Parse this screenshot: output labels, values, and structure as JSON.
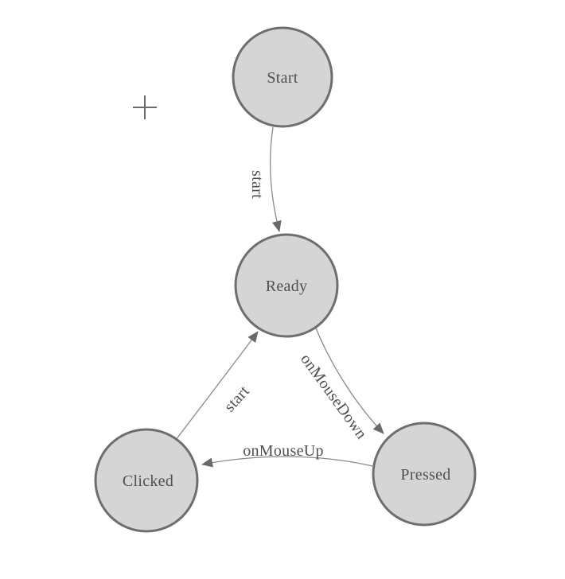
{
  "diagram": {
    "background": "#ffffff",
    "palette": {
      "node_fill": "#d5d5d5",
      "node_stroke": "#6e6e6e",
      "edge_stroke": "#8a8a8a",
      "arrow_fill": "#696969",
      "label_color": "#4f4f4f"
    },
    "crosshair": {
      "icon": "plus-icon"
    },
    "nodes": {
      "start": {
        "label": "Start"
      },
      "ready": {
        "label": "Ready"
      },
      "clicked": {
        "label": "Clicked"
      },
      "pressed": {
        "label": "Pressed"
      }
    },
    "edges": {
      "start_to_ready": {
        "label": "start",
        "from": "Start",
        "to": "Ready"
      },
      "clicked_to_ready": {
        "label": "start",
        "from": "Clicked",
        "to": "Ready"
      },
      "ready_to_pressed": {
        "label": "onMouseDown",
        "from": "Ready",
        "to": "Pressed"
      },
      "pressed_to_clicked": {
        "label": "onMouseUp",
        "from": "Pressed",
        "to": "Clicked"
      }
    }
  }
}
